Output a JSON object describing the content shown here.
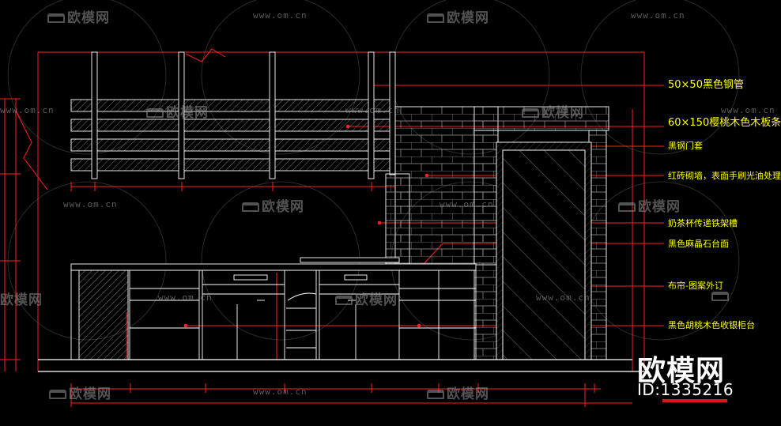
{
  "annotations": [
    "50×50黑色钢管",
    "60×150樱桃木色木板条",
    "黑钢门套",
    "红砖砌墙，表面手刷光油处理",
    "奶茶杯传递铁架槽",
    "黑色麻晶石台面",
    "布帘-图案外订",
    "黑色胡桃木色收银柜台"
  ],
  "watermark": {
    "logo": "欧模网",
    "url": "www.om.cn"
  },
  "brand": {
    "name": "欧模网",
    "id": "ID:1335216"
  },
  "colors": {
    "background": "#000000",
    "line": "#ffffff",
    "dimension": "#ff1f1f",
    "annotation": "#ffff00",
    "brand_accent": "#e0121b"
  }
}
